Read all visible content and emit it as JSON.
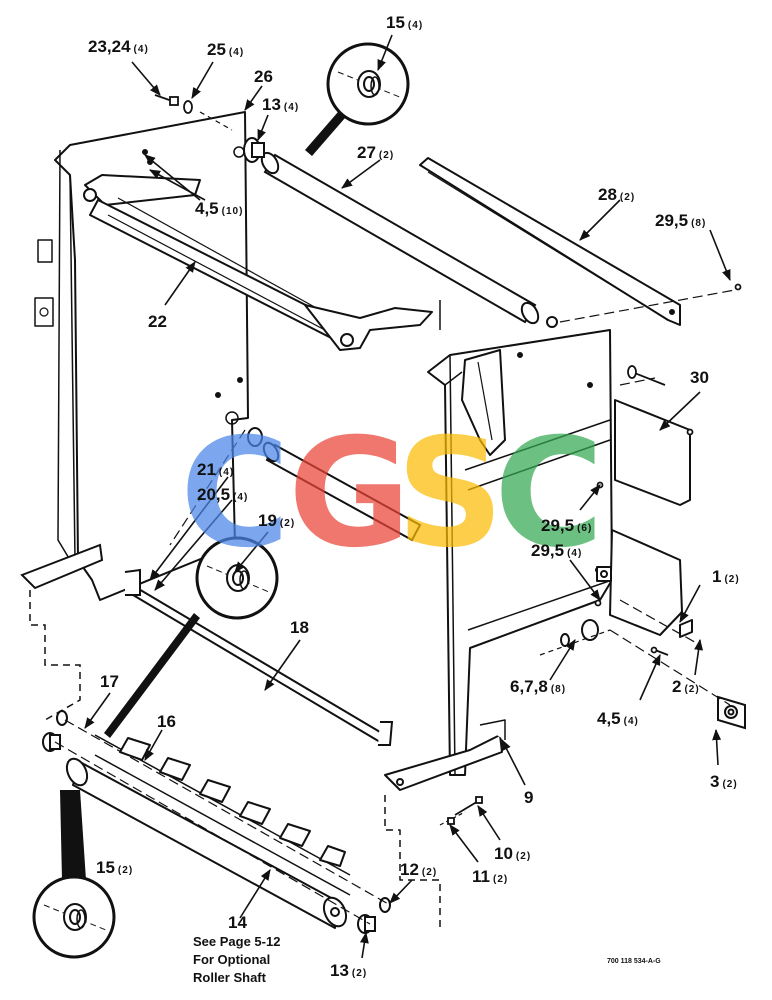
{
  "callouts": [
    {
      "id": "c-23-24",
      "num": "23,24",
      "qty": "(4)"
    },
    {
      "id": "c-25",
      "num": "25",
      "qty": "(4)"
    },
    {
      "id": "c-26",
      "num": "26",
      "qty": ""
    },
    {
      "id": "c-13-top",
      "num": "13",
      "qty": "(4)"
    },
    {
      "id": "c-15-top",
      "num": "15",
      "qty": "(4)"
    },
    {
      "id": "c-27",
      "num": "27",
      "qty": "(2)"
    },
    {
      "id": "c-4-5-top",
      "num": "4,5",
      "qty": "(10)"
    },
    {
      "id": "c-28",
      "num": "28",
      "qty": "(2)"
    },
    {
      "id": "c-29-5-top",
      "num": "29,5",
      "qty": "(8)"
    },
    {
      "id": "c-22",
      "num": "22",
      "qty": ""
    },
    {
      "id": "c-30",
      "num": "30",
      "qty": ""
    },
    {
      "id": "c-21",
      "num": "21",
      "qty": "(4)"
    },
    {
      "id": "c-20-5",
      "num": "20,5",
      "qty": "(4)"
    },
    {
      "id": "c-19",
      "num": "19",
      "qty": "(2)"
    },
    {
      "id": "c-29-5-mid",
      "num": "29,5",
      "qty": "(6)"
    },
    {
      "id": "c-29-5-low",
      "num": "29,5",
      "qty": "(4)"
    },
    {
      "id": "c-1",
      "num": "1",
      "qty": "(2)"
    },
    {
      "id": "c-18",
      "num": "18",
      "qty": ""
    },
    {
      "id": "c-2",
      "num": "2",
      "qty": "(2)"
    },
    {
      "id": "c-6-7-8",
      "num": "6,7,8",
      "qty": "(8)"
    },
    {
      "id": "c-17",
      "num": "17",
      "qty": ""
    },
    {
      "id": "c-4-5-low",
      "num": "4,5",
      "qty": "(4)"
    },
    {
      "id": "c-16",
      "num": "16",
      "qty": ""
    },
    {
      "id": "c-3",
      "num": "3",
      "qty": "(2)"
    },
    {
      "id": "c-9",
      "num": "9",
      "qty": ""
    },
    {
      "id": "c-10",
      "num": "10",
      "qty": "(2)"
    },
    {
      "id": "c-11",
      "num": "11",
      "qty": "(2)"
    },
    {
      "id": "c-15-low",
      "num": "15",
      "qty": "(2)"
    },
    {
      "id": "c-12",
      "num": "12",
      "qty": "(2)"
    },
    {
      "id": "c-14",
      "num": "14",
      "qty": ""
    },
    {
      "id": "c-13-low",
      "num": "13",
      "qty": "(2)"
    }
  ],
  "note": {
    "line1": "See Page 5-12",
    "line2": "For Optional",
    "line3": "Roller Shaft"
  },
  "drawing_code": "700 118 534-A-G",
  "watermark": {
    "letters": [
      "C",
      "G",
      "S",
      "C"
    ],
    "colors": [
      "#4a86e8",
      "#ea4335",
      "#fbbc05",
      "#34a853"
    ]
  }
}
